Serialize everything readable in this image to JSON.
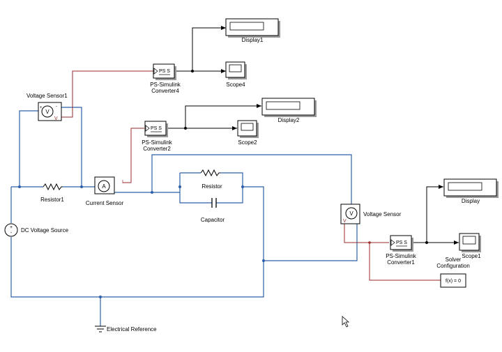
{
  "blocks": {
    "display1": {
      "label": "Display1"
    },
    "scope4": {
      "label": "Scope4"
    },
    "ps_conv4": {
      "label_l1": "PS-Simulink",
      "label_l2": "Converter4",
      "icon": "PS  S"
    },
    "voltage_sensor1": {
      "label": "Voltage Sensor1"
    },
    "ps_conv2": {
      "label_l1": "PS-Simulink",
      "label_l2": "Converter2",
      "icon": "PS  S"
    },
    "display2": {
      "label": "Display2"
    },
    "scope2": {
      "label": "Scope2"
    },
    "resistor1": {
      "label": "Resistor1"
    },
    "current_sensor": {
      "label": "Current Sensor"
    },
    "resistor": {
      "label": "Resistor"
    },
    "capacitor": {
      "label": "Capacitor"
    },
    "dc_source": {
      "label": "DC Voltage Source"
    },
    "voltage_sensor": {
      "label": "Voltage Sensor"
    },
    "display": {
      "label": "Display"
    },
    "ps_conv1": {
      "label_l1": "PS-Simulink",
      "label_l2": "Converter1",
      "icon": "PS  S"
    },
    "scope1": {
      "label": "Scope1"
    },
    "solver": {
      "label_l1": "Solver",
      "label_l2": "Configuration",
      "icon": "f(x) = 0"
    },
    "ground": {
      "label": "Electrical Reference"
    }
  },
  "colors": {
    "physical_wire": "#2d5fa8",
    "ps_signal": "#9b2a2a",
    "signal": "#000000"
  }
}
